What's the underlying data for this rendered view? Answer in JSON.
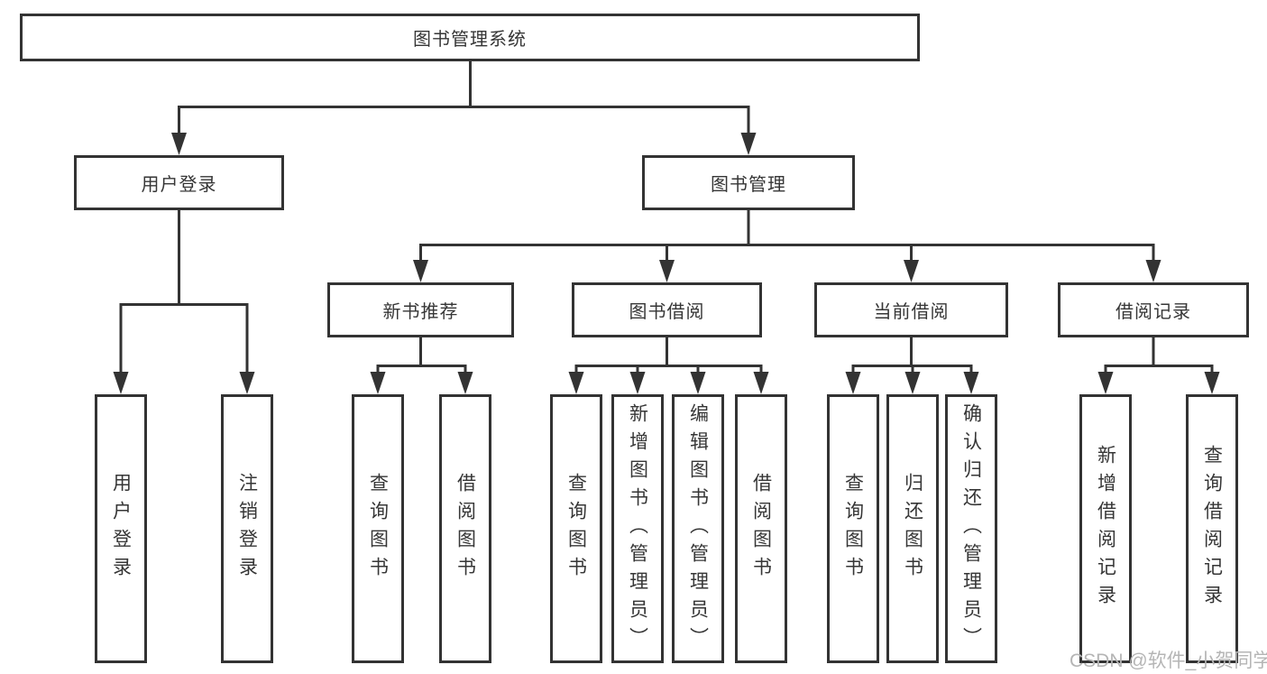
{
  "diagram": {
    "title": "图书管理系统",
    "branches": [
      {
        "label": "用户登录",
        "children": [
          {
            "label": "用户登录"
          },
          {
            "label": "注销登录"
          }
        ]
      },
      {
        "label": "图书管理",
        "children": [
          {
            "label": "新书推荐",
            "children": [
              {
                "label": "查询图书"
              },
              {
                "label": "借阅图书"
              }
            ]
          },
          {
            "label": "图书借阅",
            "children": [
              {
                "label": "查询图书"
              },
              {
                "label": "新增图书（管理员）"
              },
              {
                "label": "编辑图书（管理员）"
              },
              {
                "label": "借阅图书"
              }
            ]
          },
          {
            "label": "当前借阅",
            "children": [
              {
                "label": "查询图书"
              },
              {
                "label": "归还图书"
              },
              {
                "label": "确认归还（管理员）"
              }
            ]
          },
          {
            "label": "借阅记录",
            "children": [
              {
                "label": "新增借阅记录"
              },
              {
                "label": "查询借阅记录"
              }
            ]
          }
        ]
      }
    ]
  },
  "colors": {
    "line": "#333333",
    "border": "#333333",
    "text": "#363636",
    "watermark": "#b5b5b5",
    "background": "#ffffff"
  },
  "watermark": "CSDN @软件_小贺同学"
}
